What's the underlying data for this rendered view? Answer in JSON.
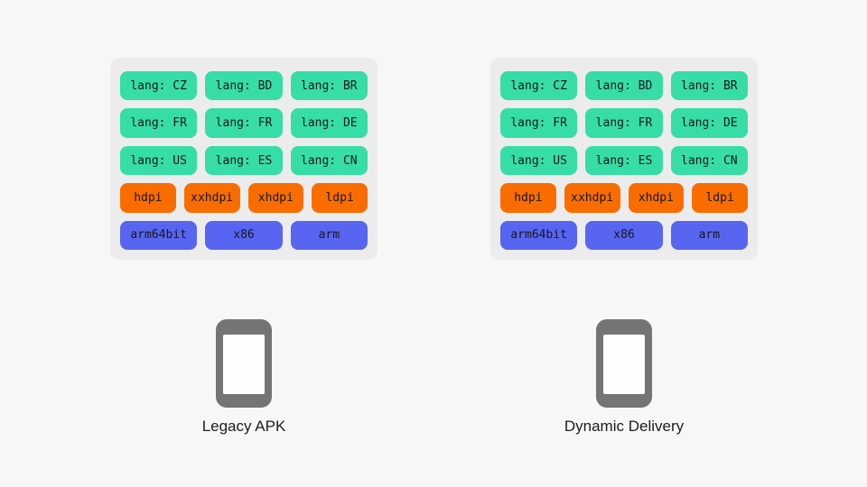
{
  "colors": {
    "page_bg": "#f7f7f7",
    "panel_bg": "#ececec",
    "lang_chip": "#36dda6",
    "dpi_chip": "#f96d00",
    "abi_chip": "#5865f0",
    "chip_text": "#16181d",
    "phone_gray": "#747474",
    "phone_screen": "#fdfdfd",
    "caption_text": "#1d1d1d"
  },
  "panels": [
    {
      "label": "Legacy APK",
      "rows": [
        {
          "type": "language",
          "chips": [
            "lang: CZ",
            "lang: BD",
            "lang: BR"
          ]
        },
        {
          "type": "language",
          "chips": [
            "lang: FR",
            "lang: FR",
            "lang: DE"
          ]
        },
        {
          "type": "language",
          "chips": [
            "lang: US",
            "lang: ES",
            "lang: CN"
          ]
        },
        {
          "type": "density",
          "chips": [
            "hdpi",
            "xxhdpi",
            "xhdpi",
            "ldpi"
          ]
        },
        {
          "type": "architecture",
          "chips": [
            "arm64bit",
            "x86",
            "arm"
          ]
        }
      ]
    },
    {
      "label": "Dynamic Delivery",
      "rows": [
        {
          "type": "language",
          "chips": [
            "lang: CZ",
            "lang: BD",
            "lang: BR"
          ]
        },
        {
          "type": "language",
          "chips": [
            "lang: FR",
            "lang: FR",
            "lang: DE"
          ]
        },
        {
          "type": "language",
          "chips": [
            "lang: US",
            "lang: ES",
            "lang: CN"
          ]
        },
        {
          "type": "density",
          "chips": [
            "hdpi",
            "xxhdpi",
            "xhdpi",
            "ldpi"
          ]
        },
        {
          "type": "architecture",
          "chips": [
            "arm64bit",
            "x86",
            "arm"
          ]
        }
      ]
    }
  ]
}
